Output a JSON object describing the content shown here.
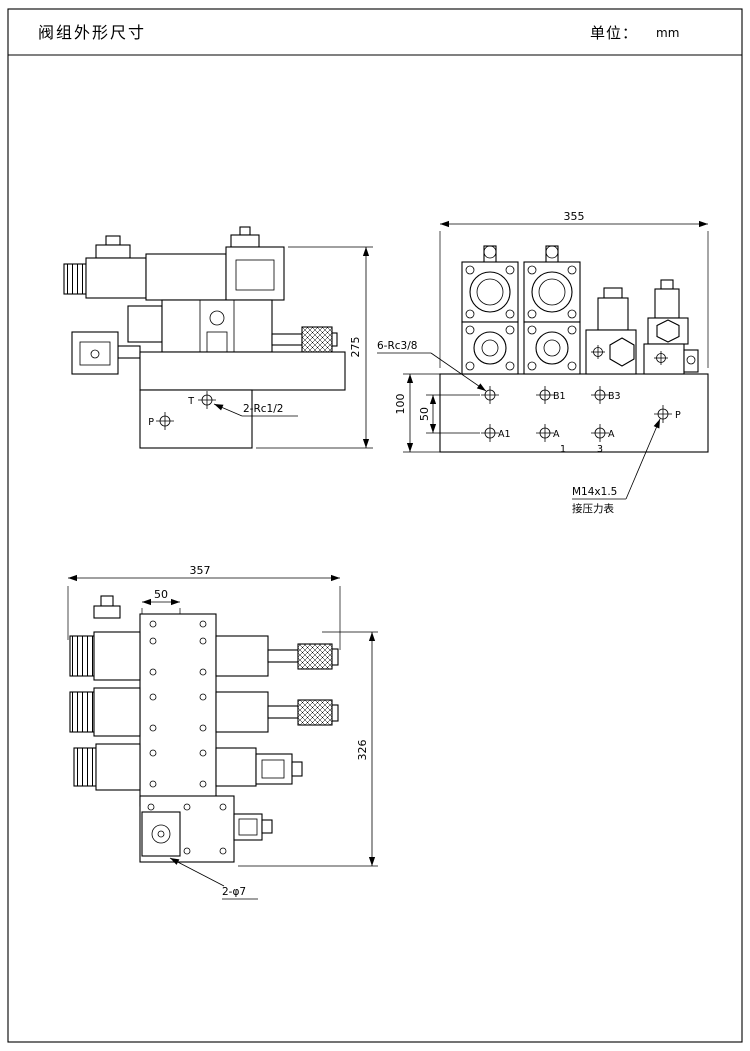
{
  "title_block": {
    "title": "阀组外形尺寸",
    "unit_label": "单位：",
    "unit_value": "mm"
  },
  "side_view": {
    "dim_height": "275",
    "port_t": "T",
    "port_p": "P",
    "leader_pt_ports": "2-Rc1/2"
  },
  "front_view": {
    "dim_width": "355",
    "dim_plate_height": "100",
    "dim_port_rows": "50",
    "leader_work_ports": "6-Rc3/8",
    "port_b1": "B1",
    "port_b3": "B3",
    "port_a1": "A1",
    "port_a2": "A",
    "port_a3": "A",
    "station_1": "1",
    "station_3": "3",
    "port_p": "P",
    "gauge_thread": "M14x1.5",
    "gauge_note": "接压力表"
  },
  "top_view": {
    "dim_width": "357",
    "dim_bolt_offset": "50",
    "dim_height": "326",
    "leader_mount_holes": "2-φ7"
  }
}
